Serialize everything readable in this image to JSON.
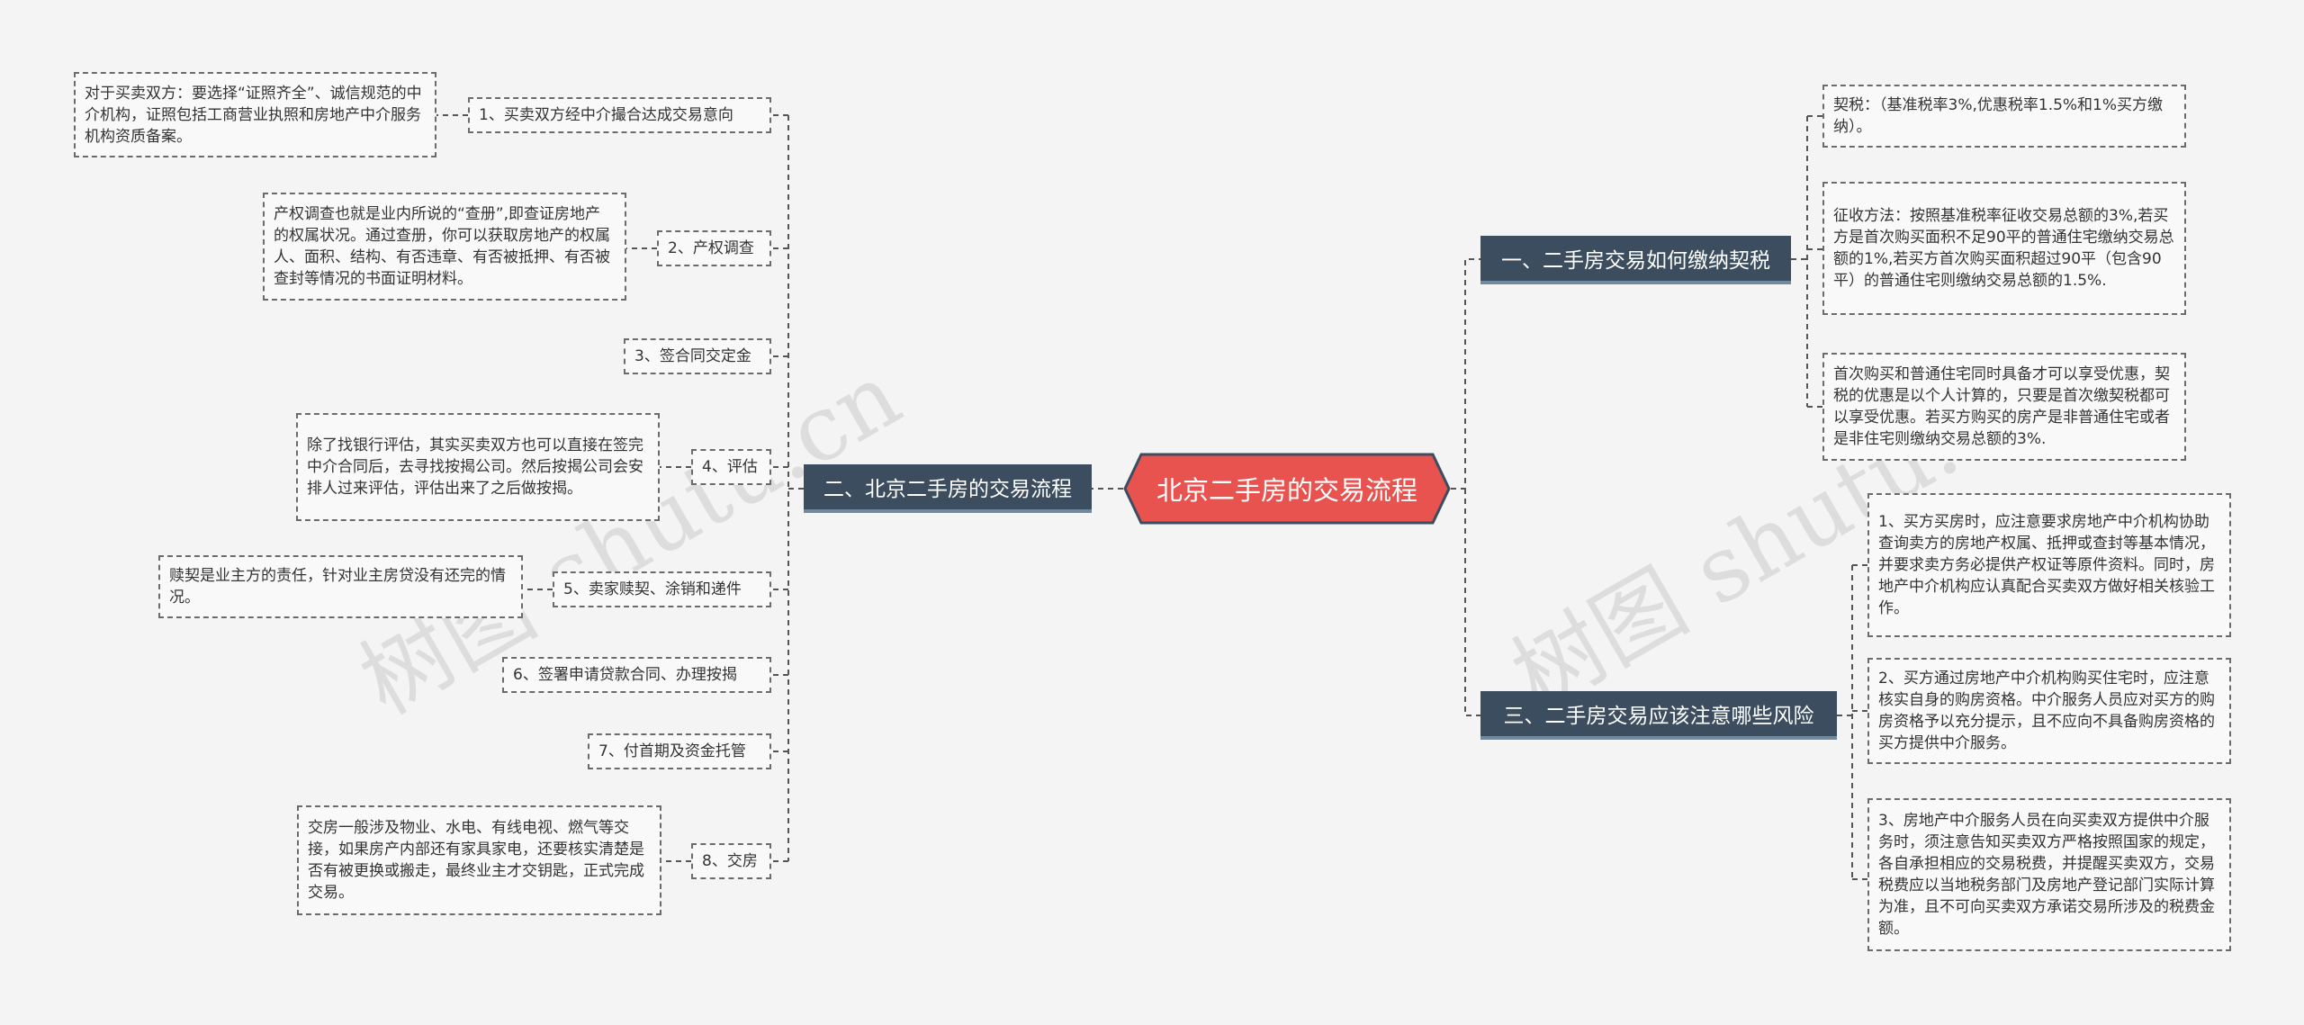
{
  "center": {
    "label": "北京二手房的交易流程"
  },
  "branches": {
    "b1": "一、二手房交易如何缴纳契税",
    "b2": "二、北京二手房的交易流程",
    "b3": "三、二手房交易应该注意哪些风险"
  },
  "b1_leaves": [
    "契税：（基准税率3%,优惠税率1.5%和1%买方缴纳）。",
    "征收方法：按照基准税率征收交易总额的3%,若买方是首次购买面积不足90平的普通住宅缴纳交易总额的1%,若买方首次购买面积超过90平（包含90平）的普通住宅则缴纳交易总额的1.5%.",
    "首次购买和普通住宅同时具备才可以享受优惠，契税的优惠是以个人计算的，只要是首次缴契税都可以享受优惠。若买方购买的房产是非普通住宅或者是非住宅则缴纳交易总额的3%."
  ],
  "b2_steps": [
    "1、买卖双方经中介撮合达成交易意向",
    "2、产权调查",
    "3、签合同交定金",
    "4、评估",
    "5、卖家赎契、涂销和递件",
    "6、签署申请贷款合同、办理按揭",
    "7、付首期及资金托管",
    "8、交房"
  ],
  "b2_details": {
    "d1": "对于买卖双方：要选择“证照齐全”、诚信规范的中介机构，证照包括工商营业执照和房地产中介服务机构资质备案。",
    "d2": "产权调查也就是业内所说的“查册”,即查证房地产的权属状况。通过查册，你可以获取房地产的权属人、面积、结构、有否违章、有否被抵押、有否被查封等情况的书面证明材料。",
    "d4": "除了找银行评估，其实买卖双方也可以直接在签完中介合同后，去寻找按揭公司。然后按揭公司会安排人过来评估，评估出来了之后做按揭。",
    "d5": "赎契是业主方的责任，针对业主房贷没有还完的情况。",
    "d8": "交房一般涉及物业、水电、有线电视、燃气等交接，如果房产内部还有家具家电，还要核实清楚是否有被更换或搬走，最终业主才交钥匙，正式完成交易。"
  },
  "b3_leaves": [
    "1、买方买房时，应注意要求房地产中介机构协助查询卖方的房地产权属、抵押或查封等基本情况，并要求卖方务必提供产权证等原件资料。同时，房地产中介机构应认真配合买卖双方做好相关核验工作。",
    "2、买方通过房地产中介机构购买住宅时，应注意核实自身的购房资格。中介服务人员应对买方的购房资格予以充分提示，且不应向不具备购房资格的买方提供中介服务。",
    "3、房地产中介服务人员在向买卖双方提供中介服务时，须注意告知买卖双方严格按照国家的规定，各自承担相应的交易税费，并提醒买卖双方，交易税费应以当地税务部门及房地产登记部门实际计算为准，且不可向买卖双方承诺交易所涉及的税费金额。"
  ],
  "watermark": {
    "text": "树图 shutu.cn"
  },
  "colors": {
    "center_fill": "#e8524f",
    "center_border": "#3b4d5e",
    "branch_fill": "#3b4d5e",
    "line": "#555555",
    "leaf_border": "#6b6b6b"
  }
}
